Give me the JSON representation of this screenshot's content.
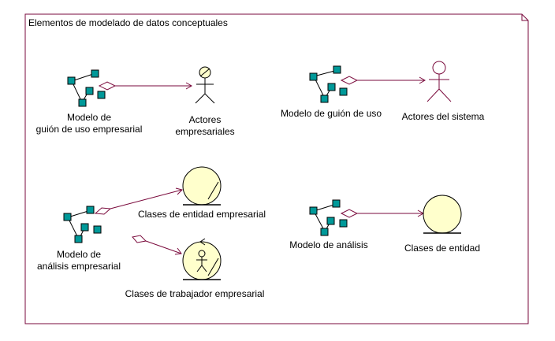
{
  "package": {
    "title": "Elementos de modelado de datos conceptuales"
  },
  "models": {
    "business_use_case_model": {
      "line1": "Modelo de",
      "line2": "guión de uso empresarial"
    },
    "use_case_model": {
      "label": "Modelo de guión de uso"
    },
    "business_analysis_model": {
      "line1": "Modelo de",
      "line2": "análisis empresarial"
    },
    "analysis_model": {
      "label": "Modelo de análisis"
    }
  },
  "elements": {
    "business_actors": {
      "line1": "Actores",
      "line2": "empresariales"
    },
    "system_actors": {
      "label": "Actores del sistema"
    },
    "business_entity_classes": {
      "label": "Clases de entidad empresarial"
    },
    "business_worker_classes": {
      "label": "Clases de trabajador empresarial"
    },
    "entity_classes": {
      "label": "Clases de entidad"
    }
  },
  "colors": {
    "line": "#7a0a3c",
    "model_node_fill": "#009999",
    "element_fill": "#ffffcc"
  }
}
